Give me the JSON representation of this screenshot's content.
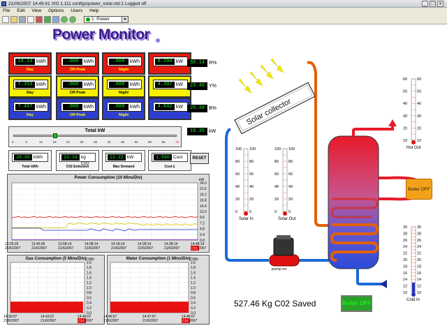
{
  "window": {
    "title": "21/06/2007 14:49:41 VIO 1.111 configs\\power_solar.vtd:1 Logged off",
    "controls": [
      "_",
      "□",
      "x"
    ]
  },
  "menu": [
    "File",
    "Edit",
    "View",
    "Options",
    "Users",
    "Help"
  ],
  "toolbar": {
    "page_select": "1: Power"
  },
  "logo": "Power Monitor",
  "panels": [
    {
      "value": "14.14",
      "unit": "kWh",
      "label": "Day",
      "color": "red"
    },
    {
      "value": ".000",
      "unit": "kWh",
      "label": "Off Peak",
      "color": "red"
    },
    {
      "value": ".000",
      "unit": "kWh",
      "label": "Night",
      "color": "red"
    },
    {
      "value": "9.204",
      "unit": "kW",
      "label": "",
      "color": "red"
    },
    {
      "value": "7.353",
      "unit": "kWh",
      "label": "Day",
      "color": "yel"
    },
    {
      "value": ".000",
      "unit": "kWh",
      "label": "Off Peak",
      "color": "yel"
    },
    {
      "value": ".000",
      "unit": "kWh",
      "label": "Night",
      "color": "yel"
    },
    {
      "value": "4.307",
      "unit": "kW",
      "label": "",
      "color": "yel"
    },
    {
      "value": "7.467",
      "unit": "kWh",
      "label": "Day",
      "color": "blu"
    },
    {
      "value": ".000",
      "unit": "kWh",
      "label": "Off Peak",
      "color": "blu"
    },
    {
      "value": ".000",
      "unit": "kWh",
      "label": "Night",
      "color": "blu"
    },
    {
      "value": "4.842",
      "unit": "kW",
      "label": "",
      "color": "blu"
    }
  ],
  "row_totals": [
    {
      "value": "50.14",
      "label": "R%"
    },
    {
      "value": "23.46",
      "label": "Y%"
    },
    {
      "value": "26.38",
      "label": "B%"
    }
  ],
  "total_kw": {
    "caption": "Total kW",
    "value": "18.35",
    "unit": "kW",
    "ticks": [
      "0",
      "6",
      "12",
      "18",
      "24",
      "30",
      "36",
      "42",
      "48",
      "54",
      "60",
      "66",
      "72"
    ],
    "level_kw": 18.35
  },
  "info": [
    {
      "value": "28.95",
      "unit": "kWh",
      "label": "Total kWh"
    },
    {
      "value": "23.16",
      "unit": "kg C02",
      "label": "C02 Emission"
    },
    {
      "value": "22.22",
      "unit": "kW",
      "label": "Max Demand"
    },
    {
      "value": "1.590",
      "unit": "Cost",
      "label": "Cost £"
    }
  ],
  "reset_label": "RESET",
  "power_chart": {
    "title": "Power Consumption (10 Mins/Div)",
    "unit": "kW",
    "yticks": [
      "24.0",
      "21.6",
      "19.2",
      "16.8",
      "14.4",
      "12.0",
      "9.6",
      "7.2",
      "4.8",
      "2.4",
      "0.0"
    ],
    "xticks": [
      [
        "13:25:25",
        "21/6/2007"
      ],
      [
        "13:45:05",
        "21/6/2007"
      ],
      [
        "13:58:14",
        "21/6/2007"
      ],
      [
        "14:08:14",
        "21/6/2007"
      ],
      [
        "14:18:14",
        "21/6/2007"
      ],
      [
        "14:28:14",
        "21/6/2007"
      ],
      [
        "14:38:14",
        "21/6/2007"
      ],
      [
        "14:48:14",
        "21/6/2007"
      ]
    ],
    "channel": "Ch1"
  },
  "gas_chart": {
    "title": "Gas Consumption (5 Mins/Div)",
    "unit": "CM/h",
    "yticks": [
      "2.0",
      "1.8",
      "1.6",
      "1.4",
      "1.2",
      "1.0",
      "0.8",
      "0.6",
      "0.4",
      "0.2",
      "0.0"
    ],
    "xticks": [
      [
        "14:30:07",
        "21/6/2007"
      ],
      [
        "14:43:07",
        "21/6/2007"
      ],
      [
        "14:48:07",
        "21/6/2007"
      ]
    ],
    "channel": "Ch1"
  },
  "water_chart": {
    "title": "Water Consumption (1 Mins/Div)",
    "unit": "CM/h",
    "yticks": [
      "2.0",
      "1.8",
      "1.6",
      "1.4",
      "1.2",
      "1.0",
      "0.8",
      "0.6",
      "0.4",
      "0.2",
      "0.0"
    ],
    "xticks": [
      [
        "14:46:57",
        "21/6/2007"
      ],
      [
        "14:47:57",
        "21/6/2007"
      ],
      [
        "14:48:57",
        "21/6/2007"
      ]
    ],
    "channel": "Ch1"
  },
  "diagram": {
    "collector_label": "Solar collector",
    "pump_label": "pump on",
    "boiler_indicator": "Boiler OFF",
    "boiler_button": "Boiler OFF",
    "co2_saved": "527.46 Kg C02 Saved",
    "thermometers": [
      {
        "label": "Solar In",
        "ticks": [
          "100",
          "80",
          "60",
          "40",
          "20",
          "0"
        ],
        "fraction": 0.0
      },
      {
        "label": "Solar Out",
        "ticks": [
          "100",
          "80",
          "60",
          "40",
          "20",
          "0"
        ],
        "fraction": 0.0
      },
      {
        "label": "Hot Out",
        "ticks": [
          "60",
          "50",
          "40",
          "30",
          "20",
          "10"
        ],
        "fraction": 0.0
      },
      {
        "label": "Cold In",
        "ticks": [
          "30",
          "28",
          "26",
          "24",
          "22",
          "20",
          "18",
          "16",
          "14",
          "12",
          "10"
        ],
        "fraction": 0.15
      }
    ]
  },
  "colors": {
    "lcd_green": "#1cf01c",
    "hot_pipe": "#e4600a",
    "cold_pipe": "#1c6ad8",
    "tank_hot": "#e81a2a",
    "tank_cold": "#2b4ad8"
  }
}
